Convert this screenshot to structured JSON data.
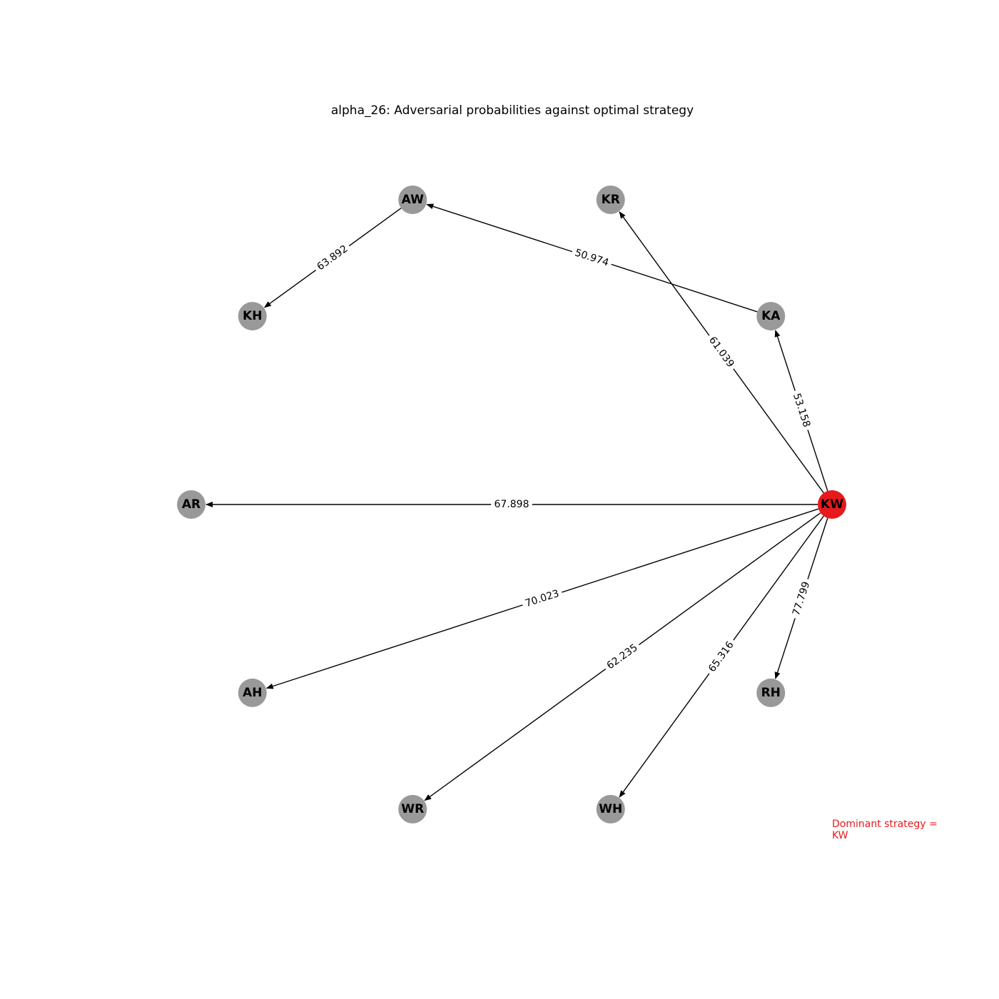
{
  "title": "alpha_26: Adversarial probabilities against optimal strategy",
  "dominant_note": {
    "line1": "Dominant strategy =",
    "line2": "KW"
  },
  "colors": {
    "node_default": "#999999",
    "node_dominant": "#e8191c",
    "edge": "#000000",
    "note": "#e8191c"
  },
  "nodes": [
    {
      "id": "KW",
      "dominant": true
    },
    {
      "id": "KA",
      "dominant": false
    },
    {
      "id": "KR",
      "dominant": false
    },
    {
      "id": "AW",
      "dominant": false
    },
    {
      "id": "KH",
      "dominant": false
    },
    {
      "id": "AR",
      "dominant": false
    },
    {
      "id": "AH",
      "dominant": false
    },
    {
      "id": "WR",
      "dominant": false
    },
    {
      "id": "WH",
      "dominant": false
    },
    {
      "id": "RH",
      "dominant": false
    }
  ],
  "edges": [
    {
      "from": "KW",
      "to": "KA",
      "label": "53.158"
    },
    {
      "from": "KA",
      "to": "AW",
      "label": "50.974"
    },
    {
      "from": "AW",
      "to": "KH",
      "label": "63.892"
    },
    {
      "from": "KW",
      "to": "KR",
      "label": "61.039"
    },
    {
      "from": "KW",
      "to": "AR",
      "label": "67.898"
    },
    {
      "from": "KW",
      "to": "AH",
      "label": "70.023"
    },
    {
      "from": "KW",
      "to": "WR",
      "label": "62.235"
    },
    {
      "from": "KW",
      "to": "WH",
      "label": "65.316"
    },
    {
      "from": "KW",
      "to": "RH",
      "label": "77.799"
    }
  ]
}
